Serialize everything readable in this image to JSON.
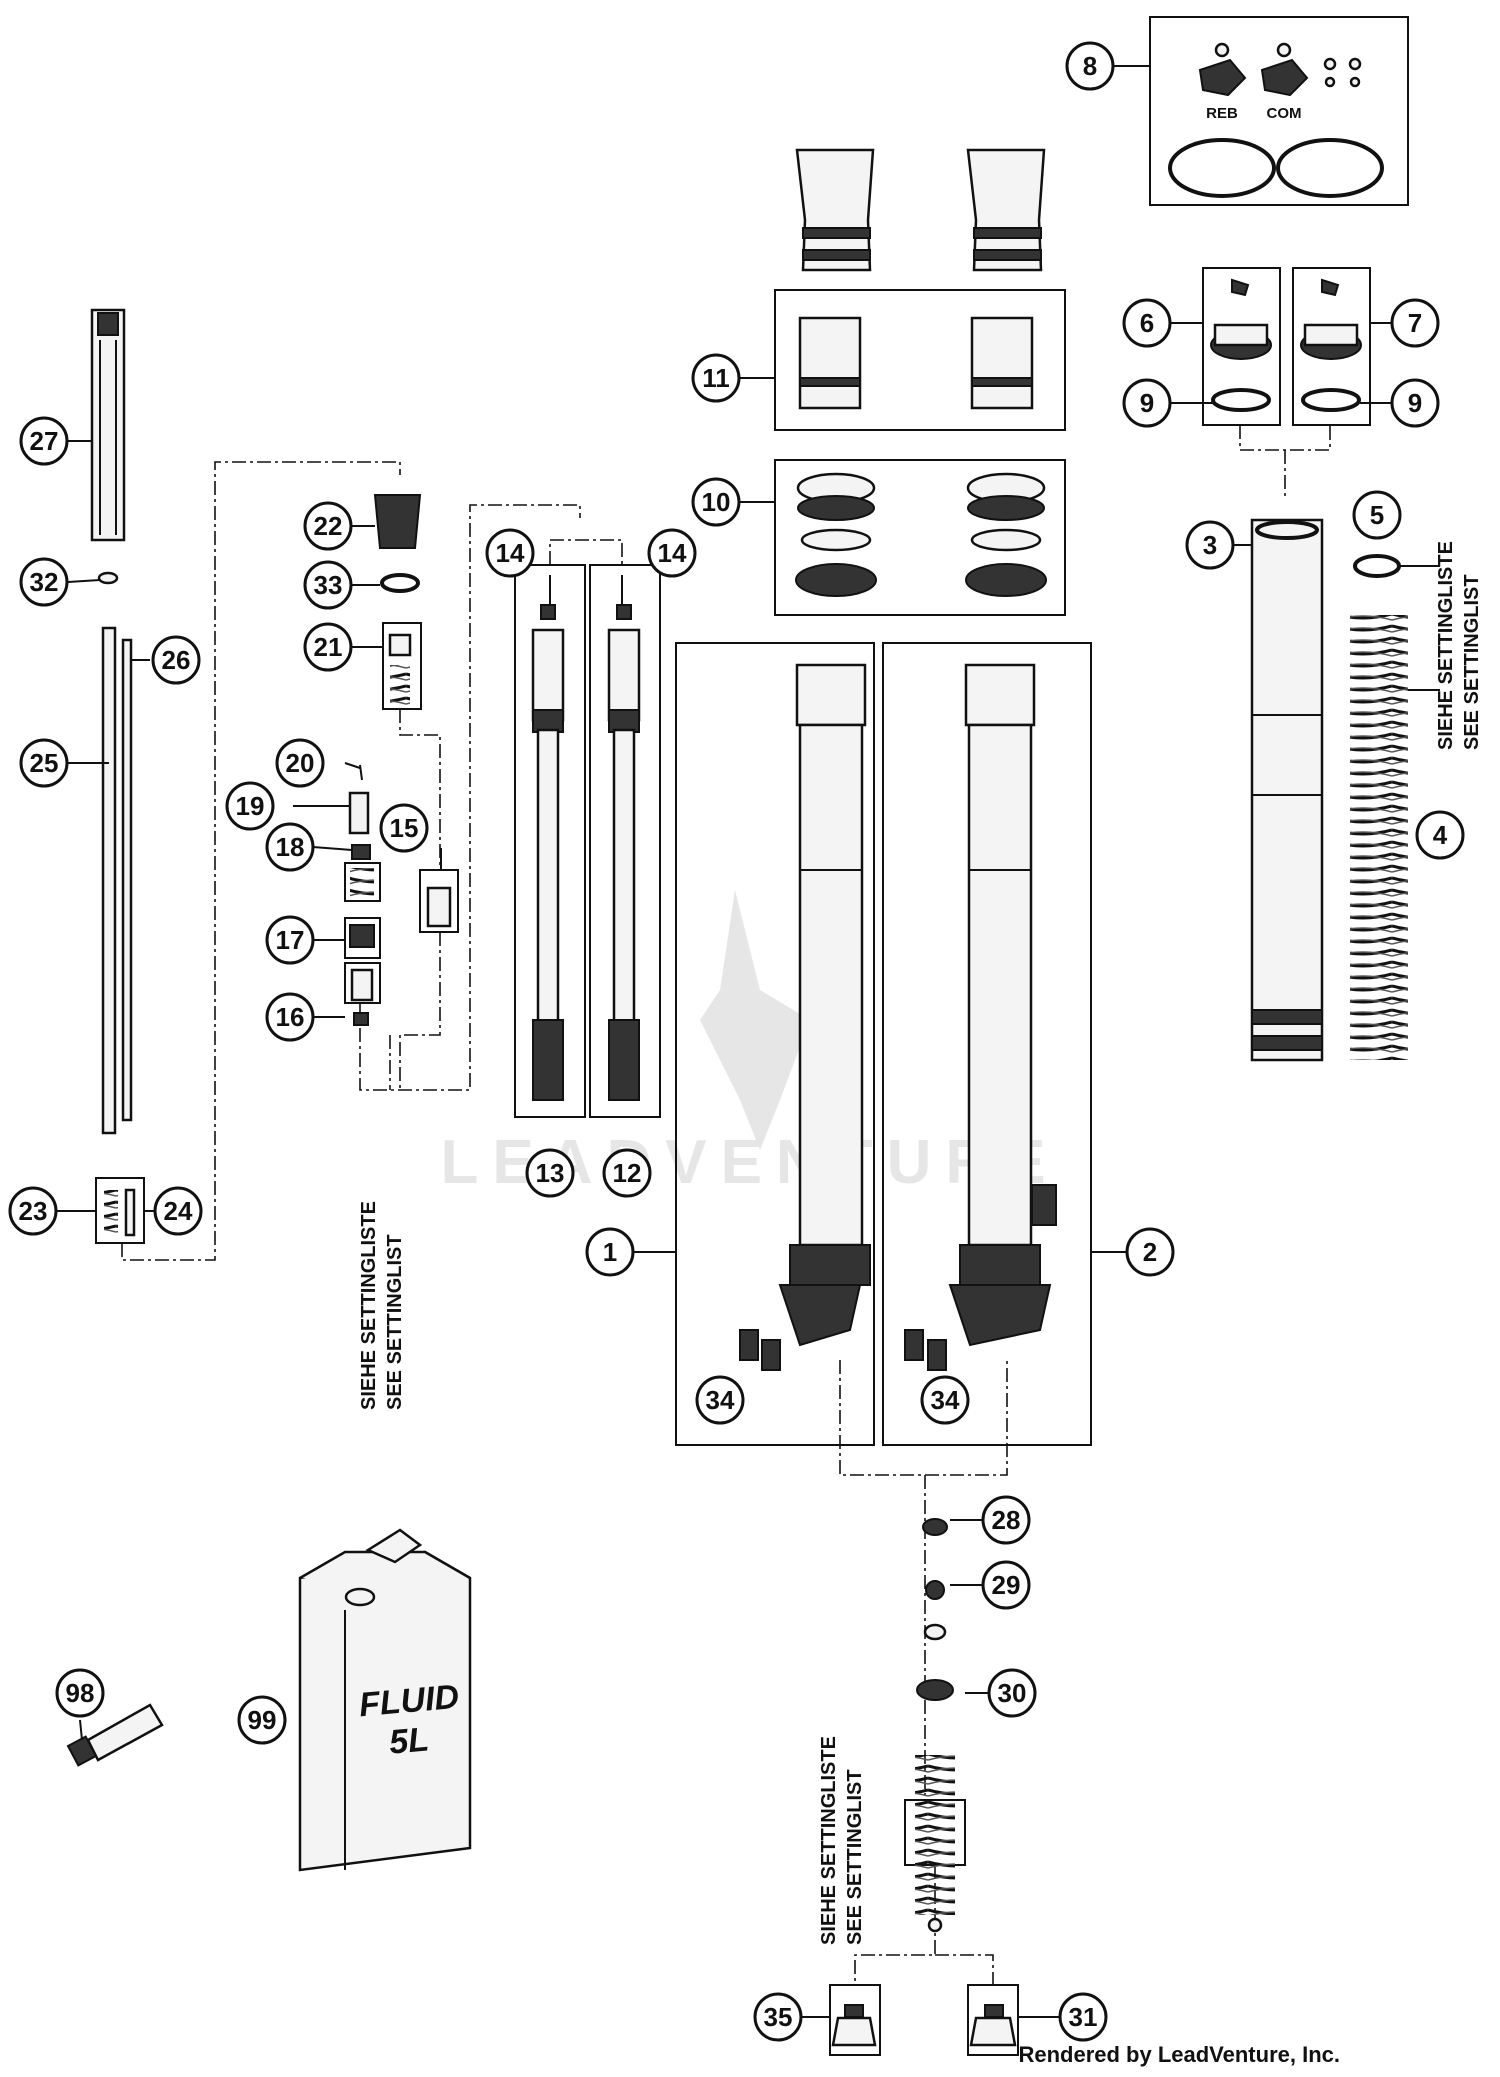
{
  "diagram": {
    "callouts": [
      {
        "id": "c8",
        "label": "8"
      },
      {
        "id": "c27",
        "label": "27"
      },
      {
        "id": "c32",
        "label": "32"
      },
      {
        "id": "c22",
        "label": "22"
      },
      {
        "id": "c33",
        "label": "33"
      },
      {
        "id": "c21",
        "label": "21"
      },
      {
        "id": "c26",
        "label": "26"
      },
      {
        "id": "c25",
        "label": "25"
      },
      {
        "id": "c20",
        "label": "20"
      },
      {
        "id": "c19",
        "label": "19"
      },
      {
        "id": "c18",
        "label": "18"
      },
      {
        "id": "c15",
        "label": "15"
      },
      {
        "id": "c17",
        "label": "17"
      },
      {
        "id": "c16",
        "label": "16"
      },
      {
        "id": "c23",
        "label": "23"
      },
      {
        "id": "c24",
        "label": "24"
      },
      {
        "id": "c14a",
        "label": "14"
      },
      {
        "id": "c14b",
        "label": "14"
      },
      {
        "id": "c13",
        "label": "13"
      },
      {
        "id": "c12",
        "label": "12"
      },
      {
        "id": "c11",
        "label": "11"
      },
      {
        "id": "c10",
        "label": "10"
      },
      {
        "id": "c6",
        "label": "6"
      },
      {
        "id": "c7",
        "label": "7"
      },
      {
        "id": "c9a",
        "label": "9"
      },
      {
        "id": "c9b",
        "label": "9"
      },
      {
        "id": "c3",
        "label": "3"
      },
      {
        "id": "c5",
        "label": "5"
      },
      {
        "id": "c4",
        "label": "4"
      },
      {
        "id": "c1",
        "label": "1"
      },
      {
        "id": "c2",
        "label": "2"
      },
      {
        "id": "c34a",
        "label": "34"
      },
      {
        "id": "c34b",
        "label": "34"
      },
      {
        "id": "c28",
        "label": "28"
      },
      {
        "id": "c29",
        "label": "29"
      },
      {
        "id": "c30",
        "label": "30"
      },
      {
        "id": "c98",
        "label": "98"
      },
      {
        "id": "c99",
        "label": "99"
      },
      {
        "id": "c35",
        "label": "35"
      },
      {
        "id": "c31",
        "label": "31"
      }
    ],
    "setting_note": {
      "line1": "SIEHE SETTINGLISTE",
      "line2": "SEE SETTINGLIST"
    },
    "kit_labels": {
      "reb": "REB",
      "com": "COM"
    },
    "container_text": {
      "line1": "FLUID",
      "line2": "5L"
    },
    "watermark": "LEADVENTURE",
    "credit": "Rendered by LeadVenture, Inc."
  }
}
